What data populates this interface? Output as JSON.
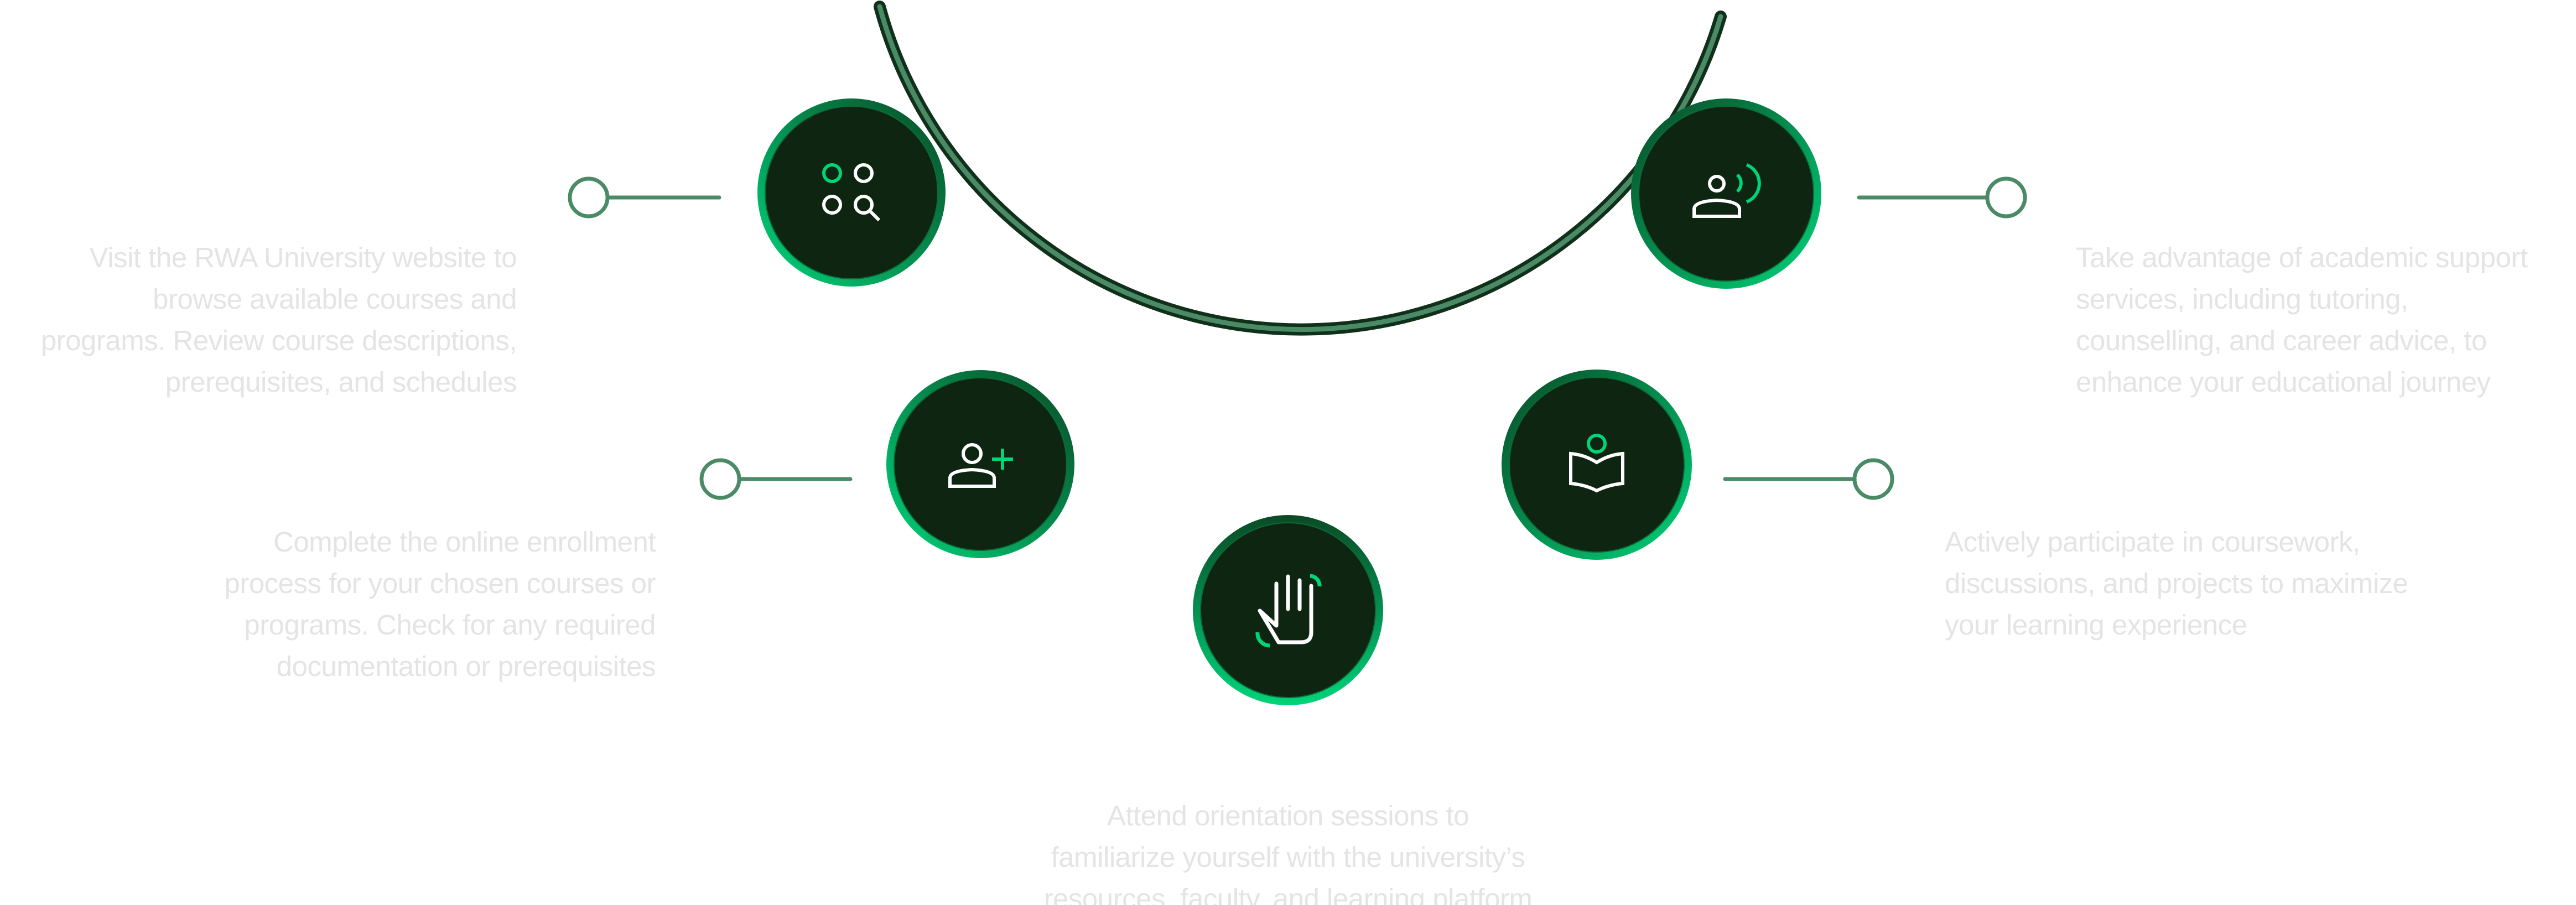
{
  "colors": {
    "node_fill": "#0e2611",
    "accent": "#00d47a",
    "ring_dark": "#0a4a25",
    "track_outer": "#10301a",
    "track_inner": "#4a8a66",
    "connector": "#4a8a66",
    "text": "#e4e4e4"
  },
  "steps": [
    {
      "icon": "browse-search-grid-icon",
      "lines": [
        "Visit the RWA University website to",
        "browse available courses and",
        "programs. Review course descriptions,",
        "prerequisites, and schedules"
      ]
    },
    {
      "icon": "add-user-icon",
      "lines": [
        "Complete the online enrollment",
        "process for your chosen courses or",
        "programs. Check for any required",
        "documentation or prerequisites"
      ]
    },
    {
      "icon": "waving-hand-icon",
      "lines": [
        "Attend orientation sessions to",
        "familiarize yourself with the university’s",
        "resources, faculty, and learning platform"
      ]
    },
    {
      "icon": "reading-book-icon",
      "lines": [
        "Actively participate in coursework,",
        "discussions, and projects to maximize",
        "your learning experience"
      ]
    },
    {
      "icon": "support-speaker-icon",
      "lines": [
        "Take advantage of academic support",
        "services, including tutoring,",
        "counselling, and career advice, to",
        "enhance your educational journey"
      ]
    }
  ]
}
